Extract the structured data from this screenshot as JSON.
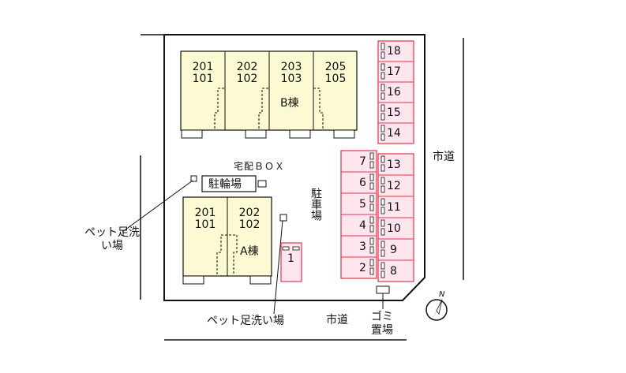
{
  "map": {
    "colors": {
      "building_fill": "#fbfad2",
      "parking_fill": "#ffe6ee",
      "parking_border": "#e3344a",
      "line": "#111111"
    },
    "roads": {
      "east": "市道",
      "south": "市道"
    },
    "building_b": {
      "label": "B棟",
      "units": [
        {
          "upper": "201",
          "lower": "101"
        },
        {
          "upper": "202",
          "lower": "102"
        },
        {
          "upper": "203",
          "lower": "103"
        },
        {
          "upper": "205",
          "lower": "105"
        }
      ]
    },
    "building_a": {
      "label": "A棟",
      "units": [
        {
          "upper": "201",
          "lower": "101"
        },
        {
          "upper": "202",
          "lower": "102"
        }
      ]
    },
    "delivery_box": "宅配ＢＯＸ",
    "bicycle_parking": "駐輪場",
    "parking_label": "駐車場",
    "pet_wash_left": "ペット足洗い場",
    "pet_wash_bottom": "ペット足洗い場",
    "garbage": "ゴミ置場",
    "compass": "N",
    "parking_spaces": {
      "right_column": [
        "18",
        "17",
        "16",
        "15",
        "14",
        "13",
        "12",
        "11",
        "10",
        "9",
        "8"
      ],
      "left_column": [
        "7",
        "6",
        "5",
        "4",
        "3",
        "2"
      ],
      "single": "1"
    }
  }
}
